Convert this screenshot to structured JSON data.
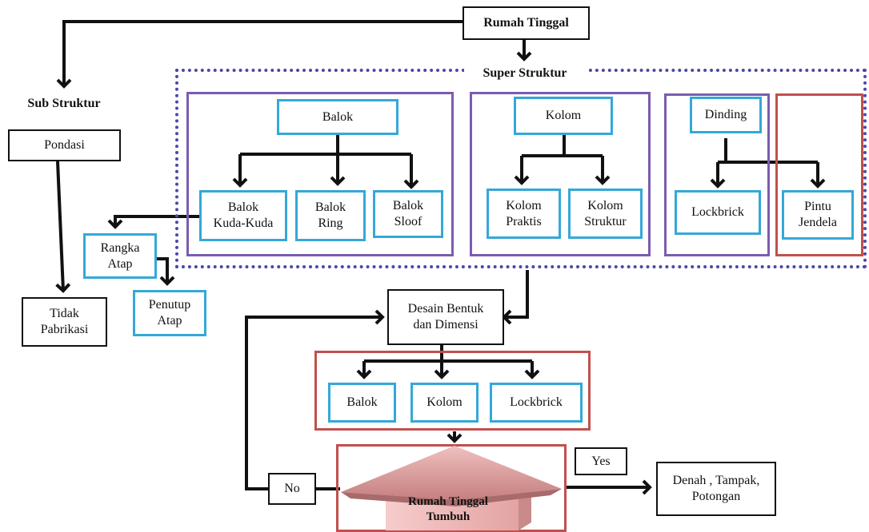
{
  "title": "Rumah Tinggal",
  "sub_struktur": {
    "label": "Sub Struktur",
    "pondasi": "Pondasi",
    "tidak_pabrikasi": "Tidak\nPabrikasi"
  },
  "super_struktur": {
    "label": "Super Struktur",
    "balok": {
      "label": "Balok",
      "children": [
        "Balok\nKuda-Kuda",
        "Balok\nRing",
        "Balok\nSloof"
      ]
    },
    "kolom": {
      "label": "Kolom",
      "children": [
        "Kolom\nPraktis",
        "Kolom\nStruktur"
      ]
    },
    "dinding": {
      "label": "Dinding",
      "children": [
        "Lockbrick"
      ]
    },
    "pintu_jendela": "Pintu\nJendela"
  },
  "rangka_atap": "Rangka\nAtap",
  "penutup_atap": "Penutup\nAtap",
  "desain": "Desain Bentuk\ndan Dimensi",
  "components": [
    "Balok",
    "Kolom",
    "Lockbrick"
  ],
  "rumah_tumbuh": "Rumah Tinggal\nTumbuh",
  "no_label": "No",
  "yes_label": "Yes",
  "output": "Denah , Tampak,\nPotongan",
  "colors": {
    "box_blue": "#34a8d8",
    "group_purple": "#7b5cb0",
    "group_red": "#c0504d",
    "dotted_navy": "#4a47a8",
    "house_pink": "#e8a0a0"
  }
}
